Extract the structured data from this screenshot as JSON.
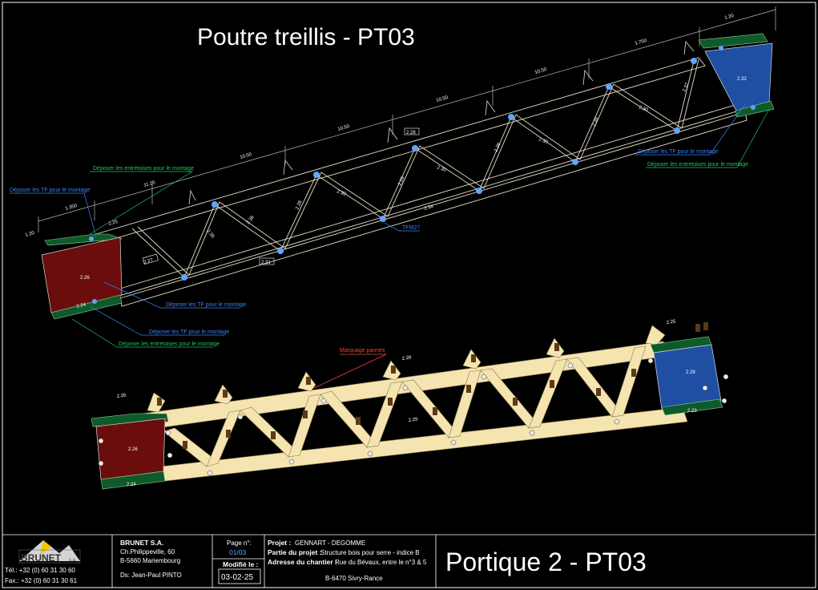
{
  "drawing": {
    "top_title": "Poutre treillis - PT03",
    "top_dimensions": [
      "1.20",
      "1.350",
      "11.20",
      "10.50",
      "10.50",
      "10.50",
      "10.50",
      "1.750",
      "1.20"
    ],
    "top_labels": [
      "2.25",
      "2.26",
      "2.24",
      "2.27",
      "2.28",
      "2.29",
      "2.30",
      "2.31",
      "2.32",
      "2.33",
      "2.34",
      "2.35",
      "2.36",
      "2.37",
      "2.38",
      "2.29"
    ],
    "bottom_labels": [
      "2.26",
      "2.25",
      "2.28",
      "2.29",
      "2.23",
      "2.24"
    ],
    "notes": {
      "tf_montage": "Déposer les TF pour le montage",
      "entretoises": "Déposer les entretoises pour le montage",
      "tfm27": "TFM27",
      "marquage": "Marquage pannes"
    },
    "colors": {
      "timber": "#f5e4b0",
      "red_plate": "#6b0d0d",
      "blue_plate": "#1e4fa3",
      "green_strip": "#0e5a2a"
    }
  },
  "title_block": {
    "company": "BRUNET S.A.",
    "address1": "Ch.Philippeville, 60",
    "address2": "B-5660 Mariembourg",
    "phone": "Tél.: +32 (0) 60 31 30 60",
    "fax": "Fax.: +32 (0) 60 31 30 61",
    "drawn_by": "Ds: Jean-Paul PINTO",
    "logo_text": "BRUNET",
    "logo_sub": "s.a.",
    "page_label": "Page n°:",
    "page_value": "01/03",
    "modified_label": "Modifié le :",
    "modified_value": "03-02-25",
    "project_label": "Projet :",
    "project_value": "GENNART - DEGOMME",
    "part_label": "Partie du projet :",
    "part_value": "Structure bois pour serre - indice B",
    "site_label": "Adresse du chantier :",
    "site_value": "Rue du Bévaux, entre le n°3 & 5",
    "site_city": "B-6470 Sivry-Rance",
    "sheet_title": "Portique 2 - PT03"
  }
}
